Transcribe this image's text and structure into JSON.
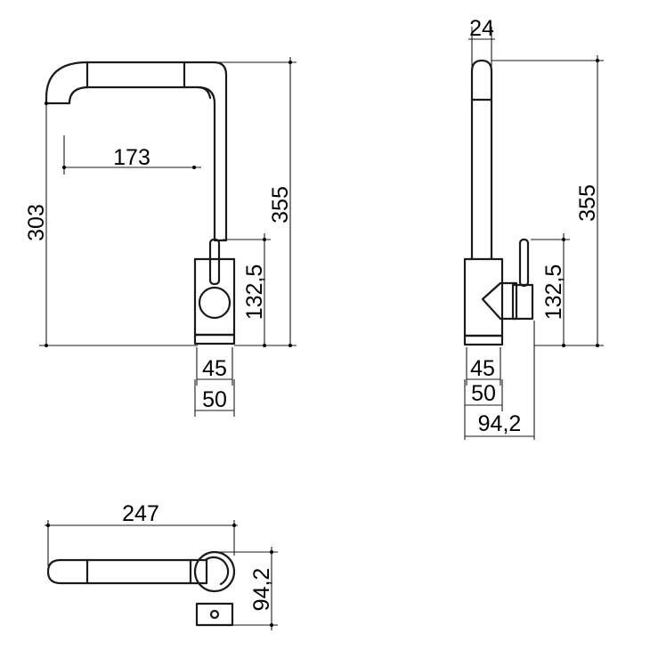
{
  "front_view": {
    "spout_reach": "173",
    "spout_height": "303",
    "total_height": "355",
    "lever_height": "132,5",
    "body_diameter": "45",
    "base_diameter": "50"
  },
  "side_view": {
    "spout_width": "24",
    "total_height": "355",
    "lever_height": "132,5",
    "body_diameter": "45",
    "base_diameter": "50",
    "total_depth": "94,2"
  },
  "top_view": {
    "total_length": "247",
    "depth": "94,2"
  }
}
